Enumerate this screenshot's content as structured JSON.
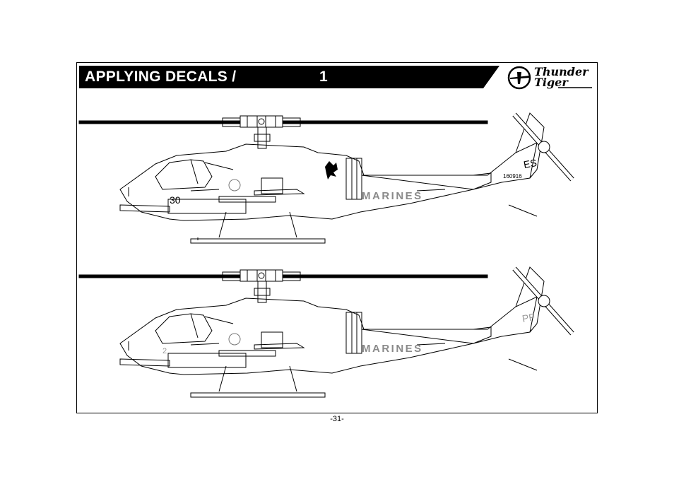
{
  "header": {
    "title": "APPLYING DECALS /",
    "number": "1"
  },
  "logo": {
    "line1": "Thunder",
    "line2": "Tiger"
  },
  "helicopter_top": {
    "nose_number": "30",
    "side_text": "MARINES",
    "tail_code": "ES",
    "serial": "160916"
  },
  "helicopter_bottom": {
    "nose_number": "2",
    "side_text": "MARINES",
    "tail_code": "PF"
  },
  "footer": {
    "page_number": "-31-"
  }
}
